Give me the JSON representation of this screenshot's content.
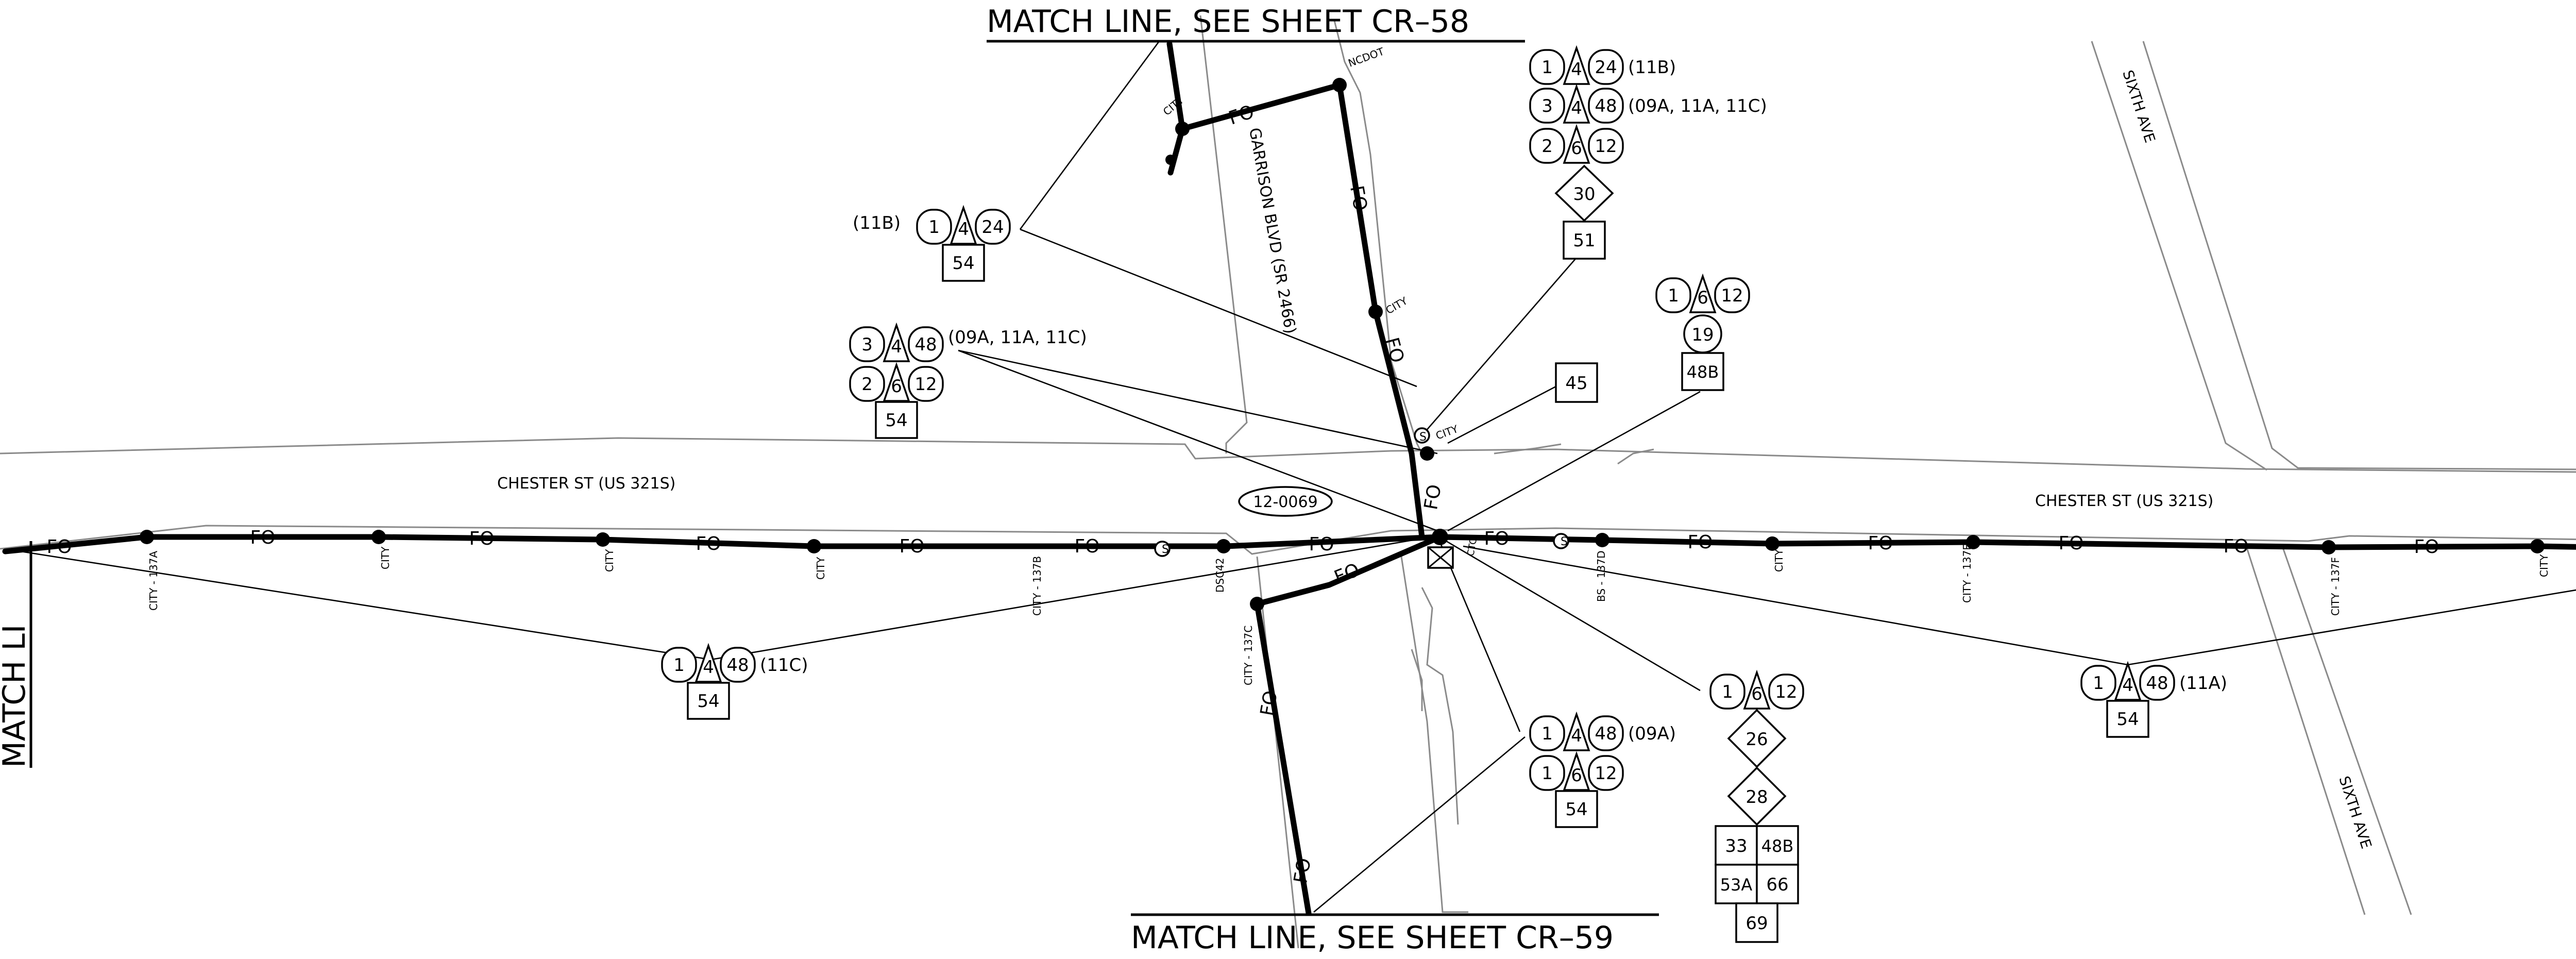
{
  "match_lines": {
    "top": "MATCH  LINE, SEE  SHEET  CR–58",
    "bottom": "MATCH  LINE, SEE  SHEET  CR–59",
    "left": "MATCH  LI"
  },
  "streets": {
    "chester_west": "CHESTER ST (US 321S)",
    "chester_east": "CHESTER ST (US 321S)",
    "garrison": "GARRISON  BLVD  (SR  2466)",
    "sixth_north": "SIXTH AVE",
    "sixth_south": "SIXTH AVE"
  },
  "node_labels": {
    "city_top": "CITY",
    "ncdot": "NCDOT",
    "city_garrison": "CITY",
    "city_hub": "CITY",
    "city_137a": "CITY - 137A",
    "city_w1": "CITY",
    "city_w2": "CITY",
    "city_w3": "CITY",
    "city_137b": "CITY - 137B",
    "dsc": "DSC42",
    "city_137c": "CITY - 137C",
    "bs_137d": "BS - 137D",
    "city_e1": "CITY",
    "city_137e": "CITY - 137E",
    "city_137f": "CITY - 137F",
    "city_e2": "CITY",
    "ctc": "CTC"
  },
  "route_labels": {
    "fo": "FO",
    "s": "S",
    "cabinet": "12-0069"
  },
  "callouts": [
    {
      "tag": "(11B)",
      "left": "1",
      "mid": "4",
      "right": "24"
    },
    {
      "tag": "(09A, 11A, 11C)",
      "left": "3",
      "mid": "4",
      "right": "48"
    },
    {
      "left": "2",
      "mid": "6",
      "right": "12"
    },
    {
      "diamond": "30",
      "box": "51"
    },
    {
      "tag": "(11B)",
      "left": "1",
      "mid": "4",
      "right": "24",
      "box": "54"
    },
    {
      "tag": "(09A, 11A, 11C)",
      "left": "3",
      "mid": "4",
      "right": "48"
    },
    {
      "left": "2",
      "mid": "6",
      "right": "12",
      "box": "54"
    },
    {
      "box": "45"
    },
    {
      "left": "1",
      "mid": "6",
      "right": "12",
      "circle": "19",
      "box": "48B"
    },
    {
      "tag": "(11C)",
      "left": "1",
      "mid": "4",
      "right": "48",
      "box": "54"
    },
    {
      "tag": "(09A)",
      "left": "1",
      "mid": "4",
      "right": "48"
    },
    {
      "left": "1",
      "mid": "6",
      "right": "12",
      "box": "54"
    },
    {
      "left": "1",
      "mid": "6",
      "right": "12",
      "diamonds": [
        "26",
        "28"
      ],
      "grid": [
        "33",
        "48B",
        "53A",
        "66"
      ],
      "box": "69"
    },
    {
      "tag": "(11A)",
      "left": "1",
      "mid": "4",
      "right": "48",
      "box": "54"
    }
  ]
}
